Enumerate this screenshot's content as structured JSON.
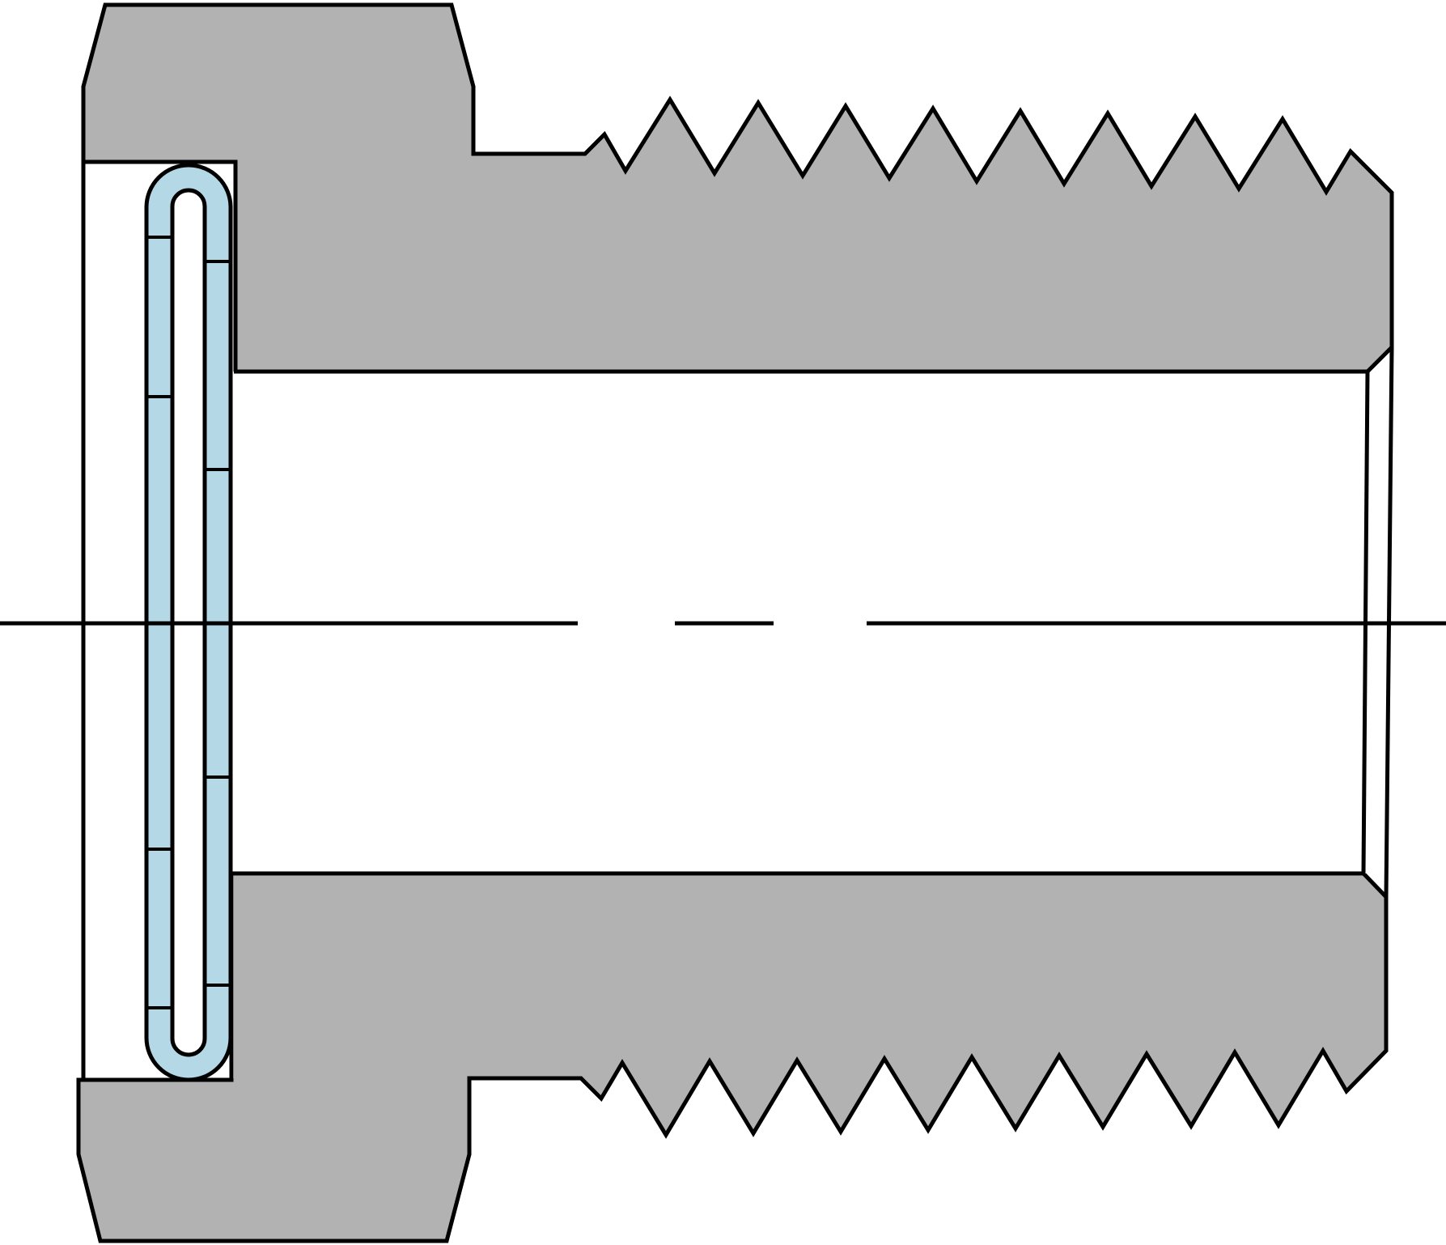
{
  "colors": {
    "metal": "#b2b2b2",
    "seal": "#b5d8e6",
    "bore": "#ffffff",
    "stroke": "#000000"
  },
  "parts": [
    "hex-nut-body",
    "threaded-shank",
    "through-bore",
    "o-ring-seal",
    "center-axis"
  ]
}
